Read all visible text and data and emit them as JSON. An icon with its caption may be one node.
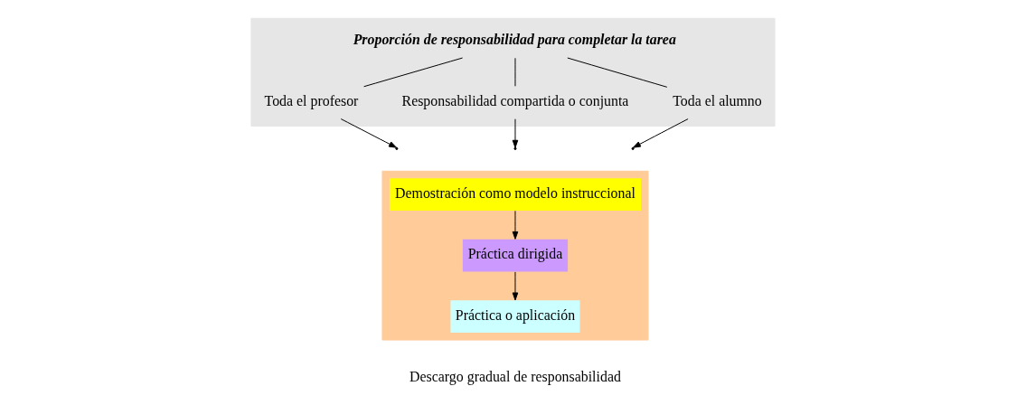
{
  "diagram": {
    "nodes": [
      {
        "text": [],
        "shape": "band"
      },
      {
        "text": [
          "Proporción de responsabilidad para completar la tarea"
        ],
        "in": 0
      },
      {
        "text": [
          "Toda el profesor"
        ],
        "in": 0
      },
      {
        "text": [
          "Responsabilidad compartida o conjunta"
        ],
        "in": 0
      },
      {
        "text": [
          "Toda el alumno"
        ],
        "in": 0
      },
      {
        "text": [],
        "shape": "band"
      },
      {
        "text": [
          "Demostración como modelo instruccional"
        ],
        "in": 5
      },
      {
        "text": [
          "Práctica dirigida"
        ],
        "in": 5
      },
      {
        "text": [
          "Práctica o aplicación"
        ],
        "in": 5
      }
    ],
    "edges": [
      {
        "from": 1,
        "to": 2,
        "arrow": "none"
      },
      {
        "from": 1,
        "to": 3,
        "arrow": "none"
      },
      {
        "from": 1,
        "to": 4,
        "arrow": "none"
      },
      {
        "from": 2,
        "to": null,
        "arrow": "to"
      },
      {
        "from": 3,
        "to": null,
        "arrow": "to"
      },
      {
        "from": 4,
        "to": null,
        "arrow": "to"
      },
      {
        "from": 6,
        "to": 7,
        "arrow": "to"
      },
      {
        "from": 7,
        "to": 8,
        "arrow": "to"
      }
    ],
    "labels": [
      "Descargo gradual de responsabilidad"
    ]
  }
}
